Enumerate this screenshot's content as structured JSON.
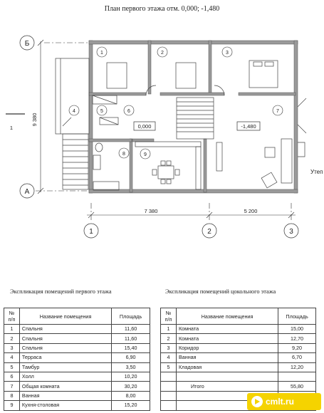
{
  "plan": {
    "title": "План первого этажа отм.  0,000; -1,480",
    "axes": {
      "b": "Б",
      "a": "А",
      "one": "1",
      "two": "2",
      "three": "3"
    },
    "dim_left": "9 380",
    "dim_bottom_left": "7 380",
    "dim_bottom_right": "5 200",
    "section_mark": "1",
    "level_upper": "0,000",
    "level_lower": "-1,480",
    "room_numbers": [
      "1",
      "2",
      "3",
      "4",
      "5",
      "6",
      "7",
      "8",
      "9"
    ],
    "cut_label": "Утеп"
  },
  "tables": {
    "first_floor": {
      "caption": "Экспликация помещений первого этажа",
      "headers": {
        "num": "№\nп/п",
        "name": "Название помещения",
        "area": "Площадь"
      },
      "rows": [
        {
          "num": "1",
          "name": "Спальня",
          "area": "11,60"
        },
        {
          "num": "2",
          "name": "Спальня",
          "area": "11,60"
        },
        {
          "num": "3",
          "name": "Спальня",
          "area": "15,40"
        },
        {
          "num": "4",
          "name": "Терраса",
          "area": "6,90"
        },
        {
          "num": "5",
          "name": "Тамбур",
          "area": "3,50"
        },
        {
          "num": "6",
          "name": "Холл",
          "area": "10,20"
        },
        {
          "num": "7",
          "name": "Общая комната",
          "area": "30,20"
        },
        {
          "num": "8",
          "name": "Ванная",
          "area": "8,00"
        },
        {
          "num": "9",
          "name": "Кухня-столовая",
          "area": "15,20"
        }
      ]
    },
    "basement": {
      "caption": "Экспликация помещений цокольного этажа",
      "headers": {
        "num": "№\nп/п",
        "name": "Название помещения",
        "area": "Площадь"
      },
      "rows": [
        {
          "num": "1",
          "name": "Комната",
          "area": "15,00"
        },
        {
          "num": "2",
          "name": "Комната",
          "area": "12,70"
        },
        {
          "num": "3",
          "name": "Коридор",
          "area": "9,20"
        },
        {
          "num": "4",
          "name": "Ванная",
          "area": "6,70"
        },
        {
          "num": "5",
          "name": "Кладовая",
          "area": "12,20"
        },
        {
          "num": "",
          "name": "",
          "area": ""
        },
        {
          "num": "",
          "name": "Итого",
          "area": "55,80"
        },
        {
          "num": "",
          "name": "",
          "area": ""
        },
        {
          "num": "",
          "name": "",
          "area": ""
        }
      ]
    }
  },
  "watermark": {
    "text": "cmlt.ru",
    "color": "#f5d300"
  }
}
